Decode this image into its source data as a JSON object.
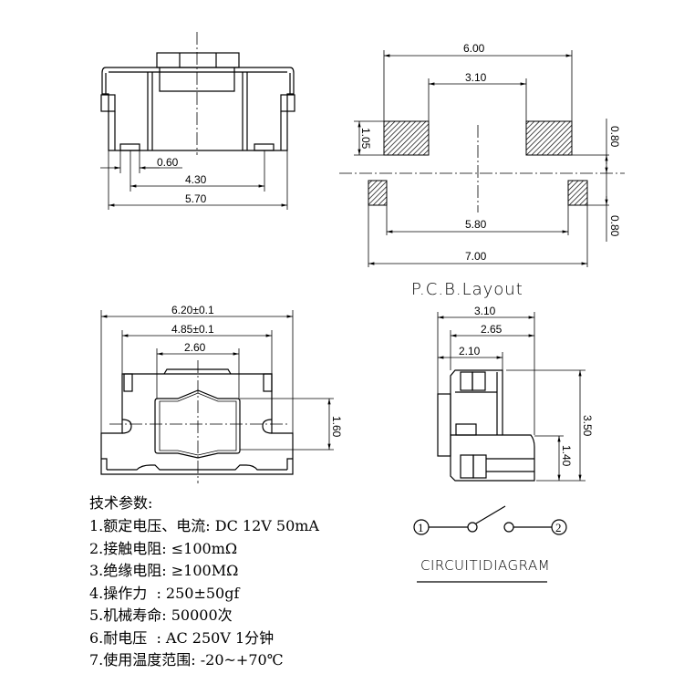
{
  "top_view": {
    "dims": [
      "0.60",
      "4.30",
      "5.70"
    ]
  },
  "pcb_layout": {
    "title": "P.C.B.Layout",
    "dims": [
      "6.00",
      "3.10",
      "1.05",
      "0.80",
      "0.80",
      "5.80",
      "7.00"
    ]
  },
  "bottom_view": {
    "dims": [
      "6.20±0.1",
      "4.85±0.1",
      "2.60",
      "1.60"
    ]
  },
  "side_view": {
    "dims": [
      "3.10",
      "2.65",
      "2.10",
      "3.50",
      "1.40"
    ]
  },
  "circuit": {
    "title": "CIRCUITIDIAGRAM",
    "terminal_1": "1",
    "terminal_2": "2"
  },
  "specs": {
    "heading": "技术参数:",
    "items": [
      "1.额定电压、电流: DC 12V 50mA",
      "2.接触电阻: ≤100mΩ",
      "3.绝缘电阻: ≥100MΩ",
      "4.操作力  : 250±50gf",
      "5.机械寿命: 50000次",
      "6.耐电压  : AC 250V 1分钟",
      "7.使用温度范围: -20~+70℃"
    ]
  }
}
